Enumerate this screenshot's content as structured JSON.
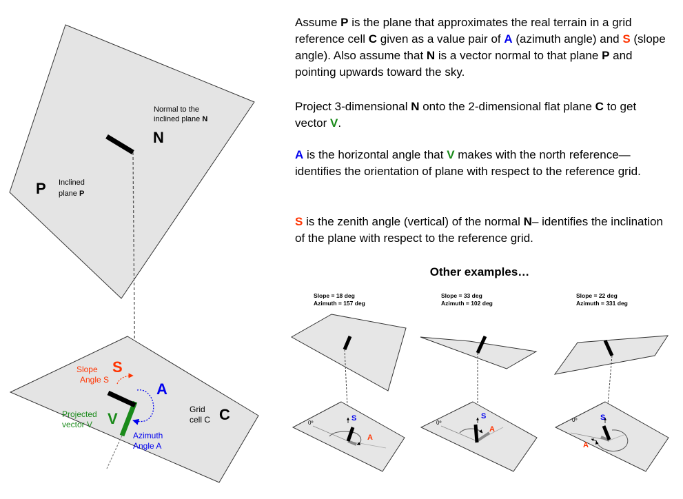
{
  "main_diagram": {
    "plane_p_letter": "P",
    "plane_p_label_line1": "Inclined",
    "plane_p_label_line2_prefix": "plane ",
    "plane_p_label_line2_bold": "P",
    "normal_label_line1": "Normal to the",
    "normal_label_line2_prefix": "inclined plane ",
    "normal_label_line2_bold": "N",
    "normal_letter": "N",
    "grid_label_line1": "Grid",
    "grid_label_line2": "cell C",
    "grid_letter": "C",
    "slope_letter": "S",
    "slope_label_line1": "Slope",
    "slope_label_line2": "Angle S",
    "azimuth_letter": "A",
    "azimuth_label_line1": "Azimuth",
    "azimuth_label_line2": "Angle A",
    "vector_letter": "V",
    "vector_label_line1": "Projected",
    "vector_label_line2": "vector V"
  },
  "text": {
    "p1": {
      "s1": "Assume ",
      "P": "P",
      "s2": " is the plane that approximates the real terrain in a grid reference cell ",
      "C": "C",
      "s3": " given as a value pair of ",
      "A": "A",
      "s4": " (azimuth angle) and ",
      "S": "S",
      "s5": " (slope angle).  Also assume that ",
      "N": "N",
      "s6": " is a vector normal to that plane ",
      "P2": "P",
      "s7": " and pointing upwards toward the sky."
    },
    "p2": {
      "s1": "Project 3-dimensional ",
      "N": "N",
      "s2": " onto the 2-dimensional flat plane ",
      "C": "C",
      "s3": " to get vector ",
      "V": "V",
      "s4": "."
    },
    "p3": {
      "A": "A",
      "s1": " is the horizontal angle that ",
      "V": "V",
      "s2": " makes with the north reference— identifies the orientation of plane with respect to the reference grid."
    },
    "p4": {
      "S": "S",
      "s1": " is the zenith angle (vertical) of the normal ",
      "N": "N",
      "s2": "– identifies the inclination of the plane with respect to the reference grid."
    }
  },
  "examples": {
    "title": "Other examples…",
    "items": [
      {
        "slope_label": "Slope = 18 deg",
        "azimuth_label": "Azimuth = 157 deg",
        "zero": "0º",
        "s": "S",
        "a": "A"
      },
      {
        "slope_label": "Slope = 33 deg",
        "azimuth_label": "Azimuth = 102 deg",
        "zero": "0º",
        "s": "S",
        "a": "A"
      },
      {
        "slope_label": "Slope = 22 deg",
        "azimuth_label": "Azimuth = 331 deg",
        "zero": "0º",
        "s": "S",
        "a": "A"
      }
    ]
  },
  "colors": {
    "blue": "#0000ee",
    "red": "#ff3300",
    "green": "#1a8a1a",
    "plane": "#e4e4e4"
  }
}
